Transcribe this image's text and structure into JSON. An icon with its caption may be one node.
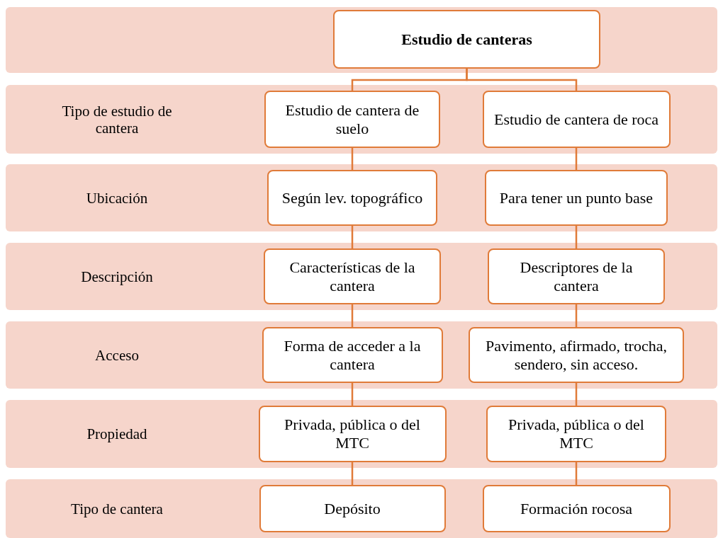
{
  "diagram": {
    "nodes": [
      {
        "text": [],
        "shape": "band"
      },
      {
        "text": [
          "Estudio de canteras"
        ],
        "in": 0
      },
      {
        "text": [
          "Tipo de estudio de cantera"
        ]
      },
      {
        "text": [
          "Estudio de cantera de suelo"
        ],
        "in": 2
      },
      {
        "text": [
          "Estudio de cantera de roca"
        ],
        "in": 2
      },
      {
        "text": [
          "Ubicación"
        ]
      },
      {
        "text": [
          "Según lev. topográfico"
        ],
        "in": 5
      },
      {
        "text": [
          "Para tener un punto base"
        ],
        "in": 5
      },
      {
        "text": [
          "Descripción"
        ]
      },
      {
        "text": [
          "Características de la cantera"
        ],
        "in": 8
      },
      {
        "text": [
          "Descriptores de la cantera"
        ],
        "in": 8
      },
      {
        "text": [
          "Acceso"
        ]
      },
      {
        "text": [
          "Forma de acceder a la cantera"
        ],
        "in": 11
      },
      {
        "text": [
          "Pavimento, afirmado, trocha, sendero, sin acceso."
        ],
        "in": 11
      },
      {
        "text": [
          "Propiedad"
        ]
      },
      {
        "text": [
          "Privada, pública o del MTC"
        ],
        "in": 14
      },
      {
        "text": [
          "Privada, pública o del MTC"
        ],
        "in": 14
      },
      {
        "text": [
          "Tipo de cantera"
        ]
      },
      {
        "text": [
          "Depósito"
        ],
        "in": 17
      },
      {
        "text": [
          "Formación rocosa"
        ],
        "in": 17
      }
    ],
    "edges": [
      {
        "from": 1,
        "to": 3,
        "arrow": "none"
      },
      {
        "from": 1,
        "to": 4,
        "arrow": "none"
      },
      {
        "from": 3,
        "to": 6,
        "arrow": "none"
      },
      {
        "from": 6,
        "to": 9,
        "arrow": "none"
      },
      {
        "from": 9,
        "to": 12,
        "arrow": "none"
      },
      {
        "from": 12,
        "to": 15,
        "arrow": "none"
      },
      {
        "from": 15,
        "to": 18,
        "arrow": "none"
      },
      {
        "from": 4,
        "to": 7,
        "arrow": "none"
      },
      {
        "from": 7,
        "to": 10,
        "arrow": "none"
      },
      {
        "from": 10,
        "to": 13,
        "arrow": "none"
      },
      {
        "from": 13,
        "to": 16,
        "arrow": "none"
      },
      {
        "from": 16,
        "to": 19,
        "arrow": "none"
      }
    ]
  }
}
